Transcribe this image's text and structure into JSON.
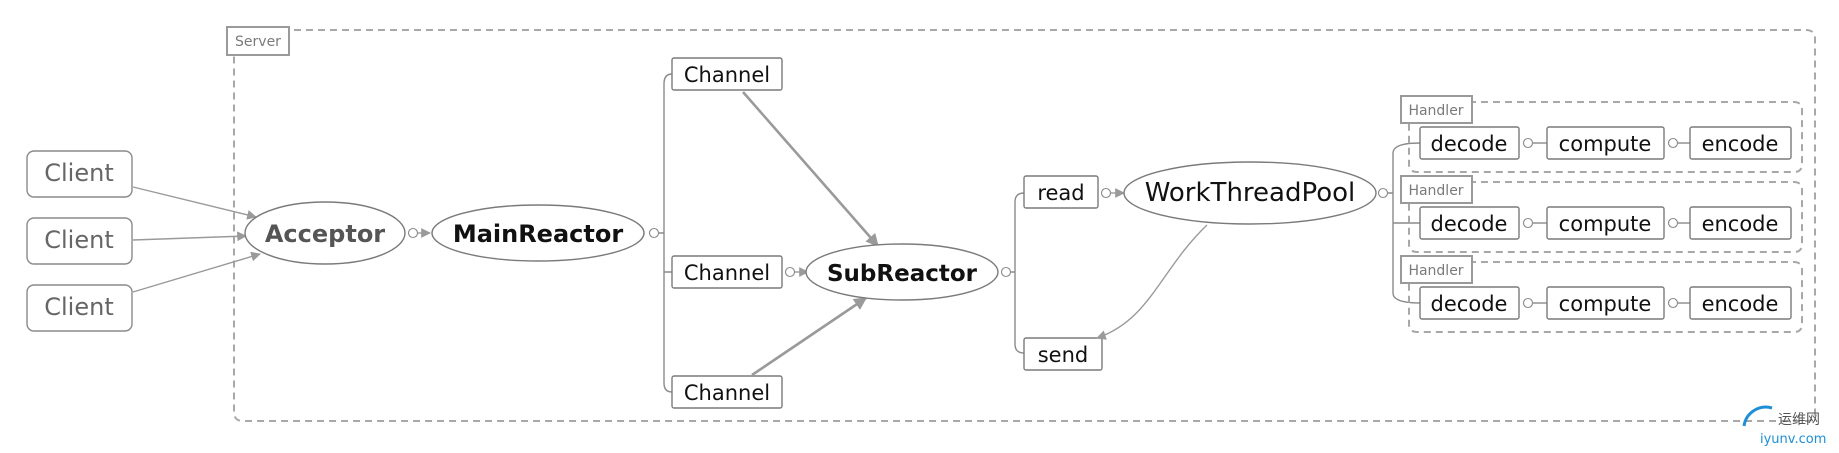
{
  "server": {
    "label": "Server"
  },
  "clients": [
    "Client",
    "Client",
    "Client"
  ],
  "acceptor": "Acceptor",
  "main_reactor": "MainReactor",
  "channels": [
    "Channel",
    "Channel",
    "Channel"
  ],
  "sub_reactor": "SubReactor",
  "read": "read",
  "send": "send",
  "work_thread_pool": "WorkThreadPool",
  "handlers": [
    {
      "label": "Handler",
      "steps": [
        "decode",
        "compute",
        "encode"
      ]
    },
    {
      "label": "Handler",
      "steps": [
        "decode",
        "compute",
        "encode"
      ]
    },
    {
      "label": "Handler",
      "steps": [
        "decode",
        "compute",
        "encode"
      ]
    }
  ],
  "watermark": {
    "text_cn": "运维网",
    "text_en": "iyunv.com",
    "color": "#1e8fd6"
  }
}
